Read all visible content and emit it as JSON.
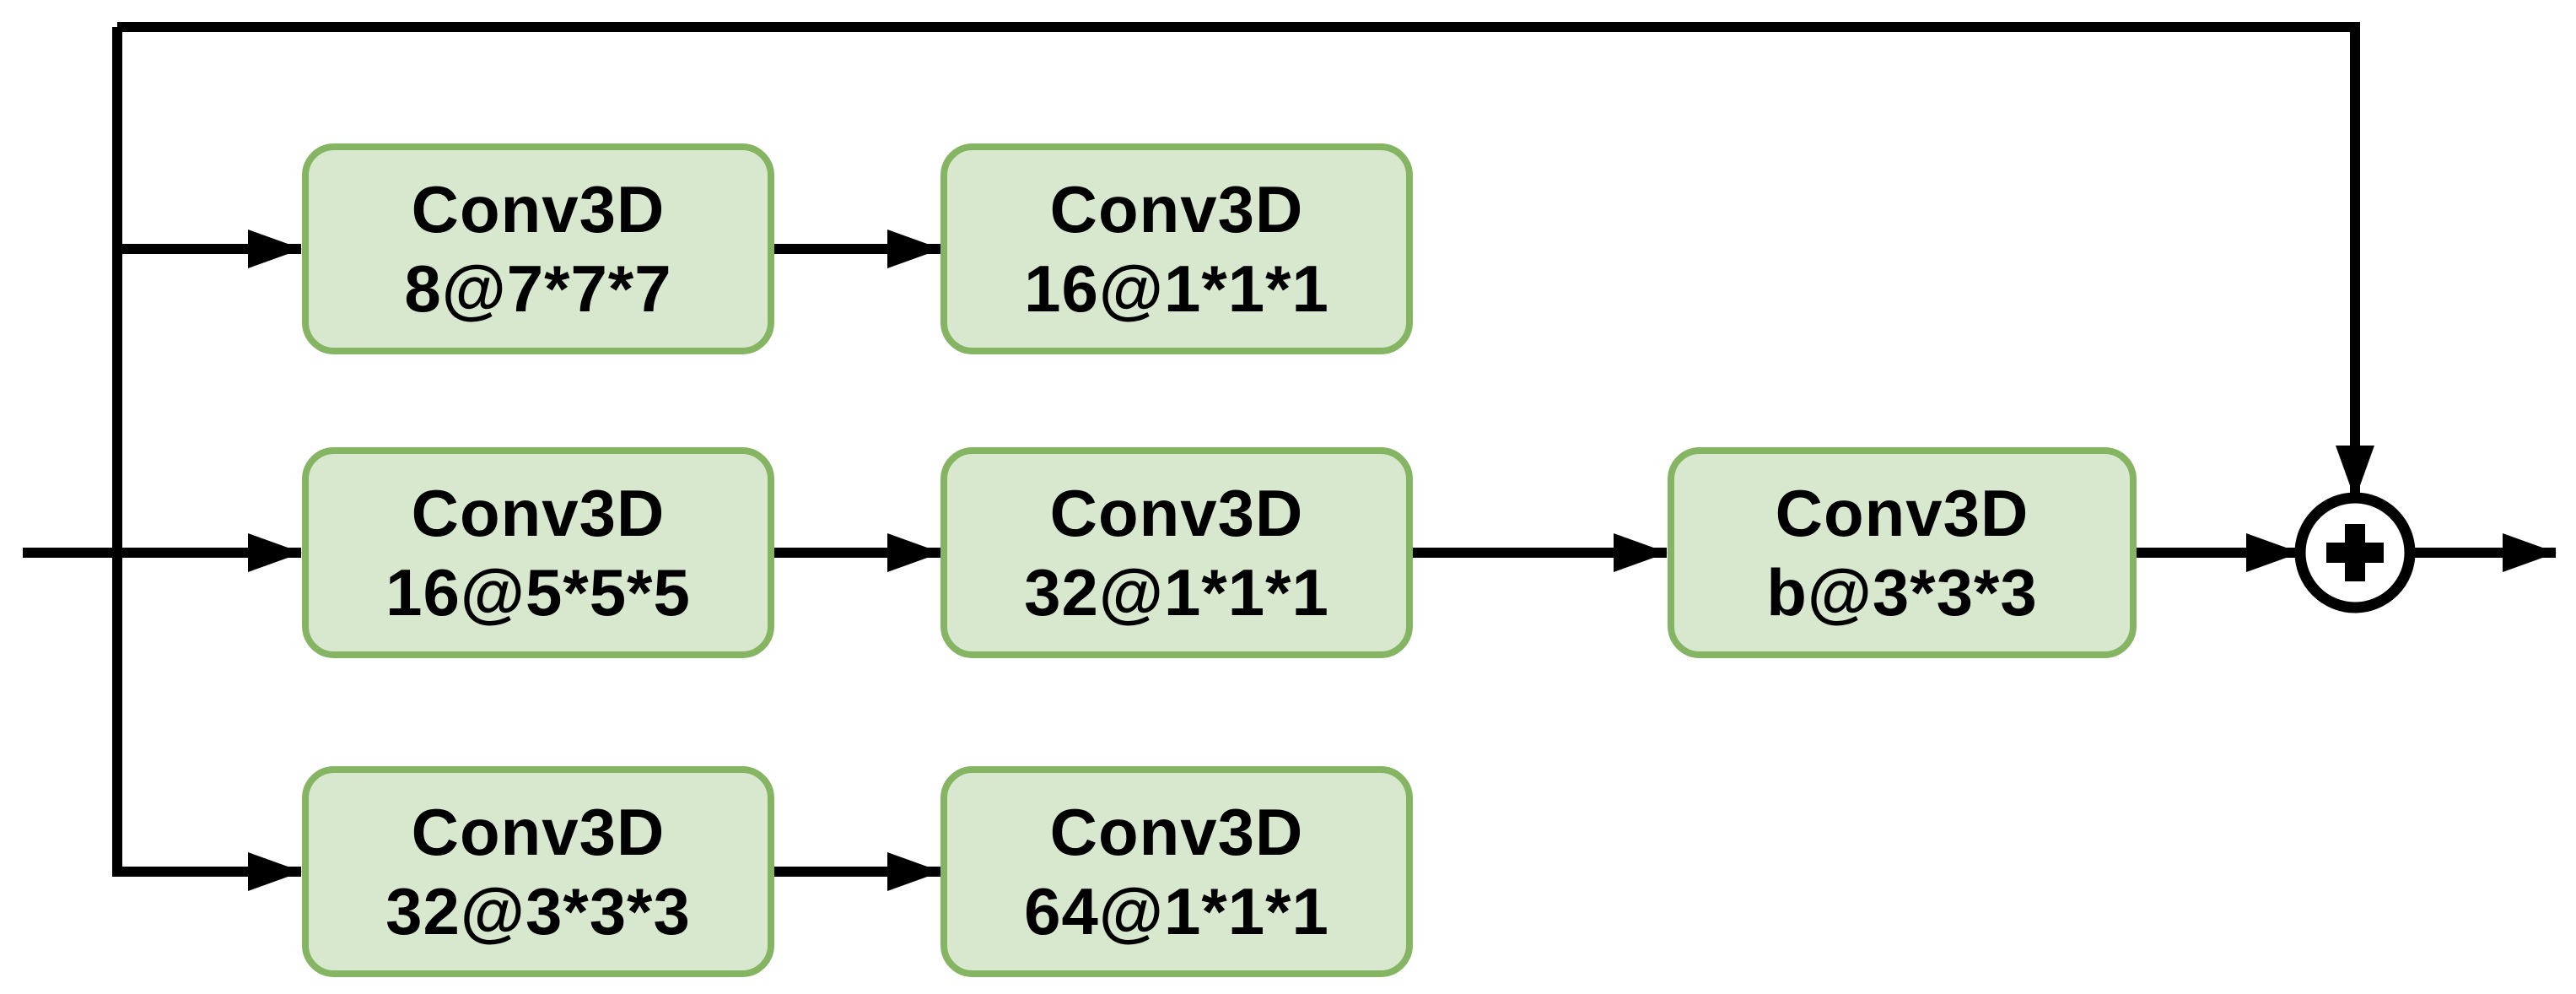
{
  "diagram": {
    "colors": {
      "bg": "#ffffff",
      "line": "#000000",
      "text": "#000000",
      "box_fill": "#d8e8cf",
      "box_stroke": "#85b563"
    },
    "blocks": [
      {
        "title": "Conv3D",
        "spec": "8@7*7*7"
      },
      {
        "title": "Conv3D",
        "spec": "16@1*1*1"
      },
      {
        "title": "Conv3D",
        "spec": "16@5*5*5"
      },
      {
        "title": "Conv3D",
        "spec": "32@1*1*1"
      },
      {
        "title": "Conv3D",
        "spec": "b@3*3*3"
      },
      {
        "title": "Conv3D",
        "spec": "32@3*3*3"
      },
      {
        "title": "Conv3D",
        "spec": "64@1*1*1"
      }
    ],
    "sum_node": {
      "icon": "plus-icon"
    }
  }
}
